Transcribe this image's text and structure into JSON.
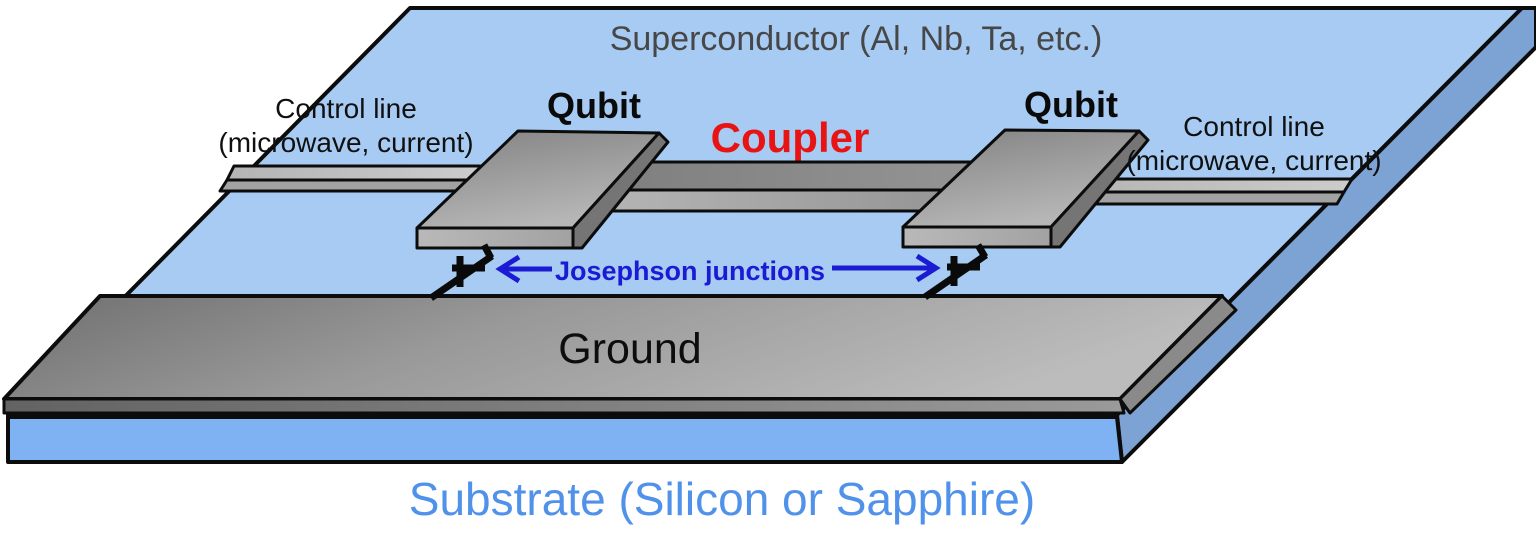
{
  "diagram": {
    "superconductor_label": "Superconductor (Al, Nb, Ta, etc.)",
    "substrate_label": "Substrate (Silicon or Sapphire)",
    "ground_label": "Ground",
    "coupler_label": "Coupler",
    "josephson_label": "Josephson junctions",
    "qubit_left_label": "Qubit",
    "qubit_right_label": "Qubit",
    "control_line_left": {
      "line1": "Control line",
      "line2": "(microwave, current)"
    },
    "control_line_right": {
      "line1": "Control line",
      "line2": "(microwave, current)"
    },
    "colors": {
      "substrate_top": "#a7cbf2",
      "substrate_front": "#7eb2f2",
      "substrate_side": "#7da3d4",
      "metal_light": "#c3c3c3",
      "metal_mid": "#9a9a9a",
      "metal_dark": "#6e6e6e",
      "outline": "#0c0c0c",
      "coupler_text": "#e81414",
      "josephson_blue": "#1b1bd4",
      "substrate_text": "#5092ea",
      "superconductor_text": "#474747"
    }
  }
}
